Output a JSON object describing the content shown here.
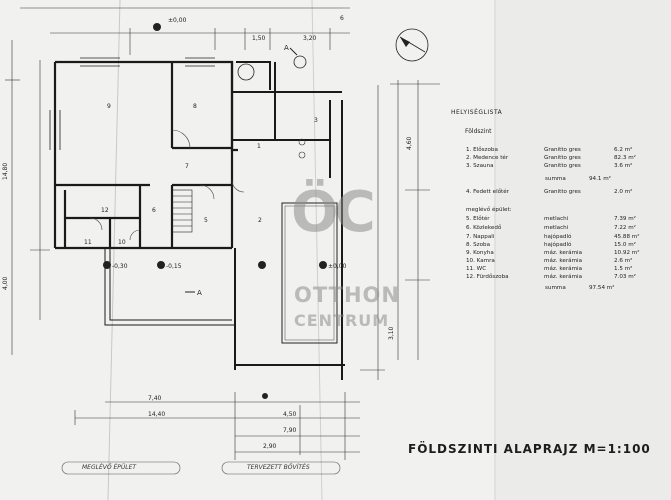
{
  "legend": {
    "title": "HELYISÉGLISTA",
    "floor": "Földszint",
    "rooms_new": [
      {
        "name": "1. Előszoba",
        "material": "Granitto gres",
        "area": "6.2 m²"
      },
      {
        "name": "2. Medence tér",
        "material": "Granitto gres",
        "area": "82.3 m²"
      },
      {
        "name": "3. Szauna",
        "material": "Granitto gres",
        "area": "3.6 m²"
      }
    ],
    "sum_new_label": "summa",
    "sum_new_value": "94.1 m²",
    "rooms_terrace": [
      {
        "name": "4. Fedett előtér",
        "material": "Granitto gres",
        "area": "2.0 m²"
      }
    ],
    "existing_label": "meglévő épület:",
    "rooms_existing": [
      {
        "name": "5. Előtér",
        "material": "metlachi",
        "area": "7.39 m²"
      },
      {
        "name": "6. Közlekedő",
        "material": "metlachi",
        "area": "7.22 m²"
      },
      {
        "name": "7. Nappali",
        "material": "hajópadló",
        "area": "45.88 m²"
      },
      {
        "name": "8. Szoba",
        "material": "hajópadló",
        "area": "15.0 m²"
      },
      {
        "name": "9. Konyha",
        "material": "máz. kerámia",
        "area": "10.92 m²"
      },
      {
        "name": "10. Kamra",
        "material": "máz. kerámia",
        "area": "2.6 m²"
      },
      {
        "name": "11. WC",
        "material": "máz. kerámia",
        "area": "1.5 m²"
      },
      {
        "name": "12. Fürdőszoba",
        "material": "máz. kerámia",
        "area": "7.03 m²"
      }
    ],
    "sum_existing_label": "summa",
    "sum_existing_value": "97.54 m²"
  },
  "drawing_title": "FÖLDSZINTI ALAPRAJZ M=1:100",
  "watermark": {
    "logo": "ÖC",
    "line1": "OTTHON",
    "line2": "CENTRUM"
  },
  "bottom_labels": {
    "left": "MEGLÉVŐ ÉPÜLET",
    "right": "TERVEZETT BŐVÍTÉS"
  },
  "level_marks": {
    "top": "±0,00",
    "left": "-0,30",
    "mid": "-0,15",
    "right": "±0,00"
  },
  "dimensions": {
    "top_a": "1,50",
    "top_b": "3,20",
    "top_c": "6",
    "left_a": "14,80",
    "left_b": "4,00",
    "bottom_a": "7,40",
    "bottom_b": "14,40",
    "bottom_c": "4,50",
    "bottom_d": "7,90",
    "bottom_e": "2,90",
    "right_a": "4,60",
    "right_b": "3,10"
  },
  "room_numbers": [
    "9",
    "8",
    "12",
    "11",
    "10",
    "6",
    "5",
    "7",
    "1",
    "3",
    "2"
  ],
  "section_marks": {
    "a": "A",
    "b": "A"
  }
}
